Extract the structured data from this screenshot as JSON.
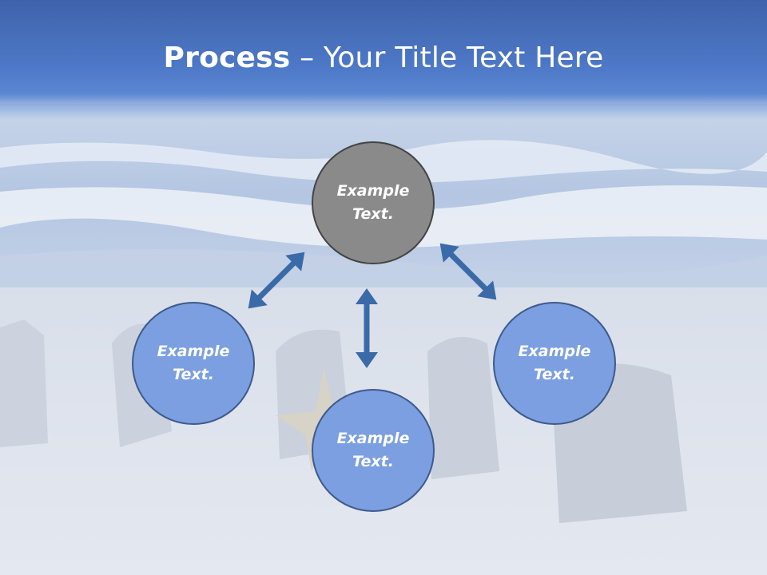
{
  "title": {
    "bold": "Process",
    "rest": " – Your Title Text Here"
  },
  "nodes": [
    {
      "label": "Example Text.",
      "kind": "main"
    },
    {
      "label": "Example Text.",
      "kind": "sub"
    },
    {
      "label": "Example Text.",
      "kind": "sub"
    },
    {
      "label": "Example Text.",
      "kind": "sub"
    }
  ],
  "colors": {
    "title_band": "#4d78c7",
    "main_node": "#8a8a8a",
    "sub_node": "#7b9fe0",
    "arrow": "#3a6aa8"
  },
  "icons": [
    "double-headed-arrow-icon"
  ]
}
